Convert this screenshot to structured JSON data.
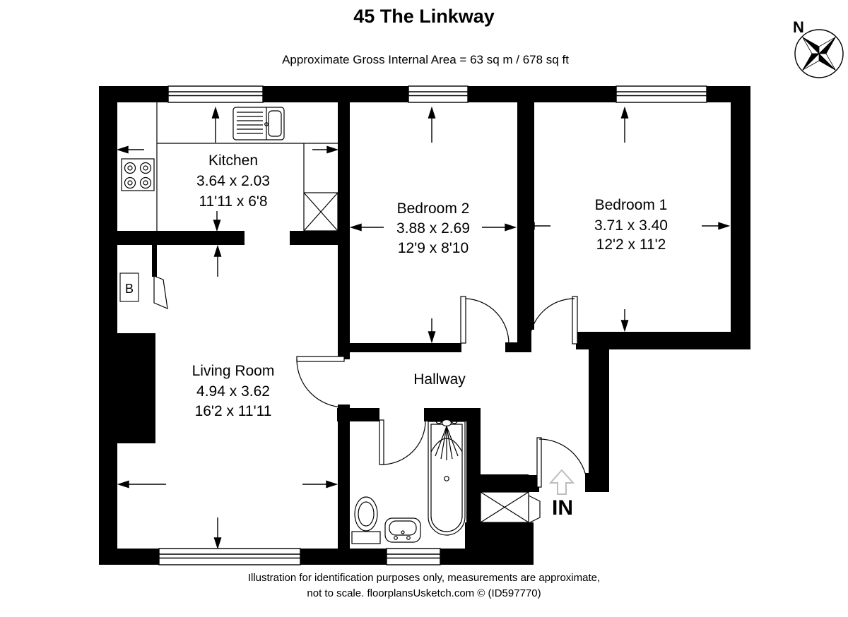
{
  "title": "45 The Linkway",
  "subtitle": "Approximate Gross Internal Area = 63 sq m / 678 sq ft",
  "compass": {
    "north_label": "N"
  },
  "rooms": {
    "kitchen": {
      "name": "Kitchen",
      "metric": "3.64 x 2.03",
      "imperial": "11'11 x 6'8"
    },
    "bedroom2": {
      "name": "Bedroom 2",
      "metric": "3.88 x 2.69",
      "imperial": "12'9 x 8'10"
    },
    "bedroom1": {
      "name": "Bedroom 1",
      "metric": "3.71 x 3.40",
      "imperial": "12'2 x 11'2"
    },
    "living_room": {
      "name": "Living Room",
      "metric": "4.94 x 3.62",
      "imperial": "16'2 x 11'11"
    },
    "hallway": {
      "name": "Hallway"
    }
  },
  "labels": {
    "boiler": "B",
    "entrance": "IN"
  },
  "footer": {
    "line1": "Illustration for identification purposes only, measurements are approximate,",
    "line2": "not to scale. floorplansUsketch.com © (ID597770)"
  },
  "colors": {
    "wall": "#000000",
    "entry_arrow": "#bdbdbd"
  }
}
